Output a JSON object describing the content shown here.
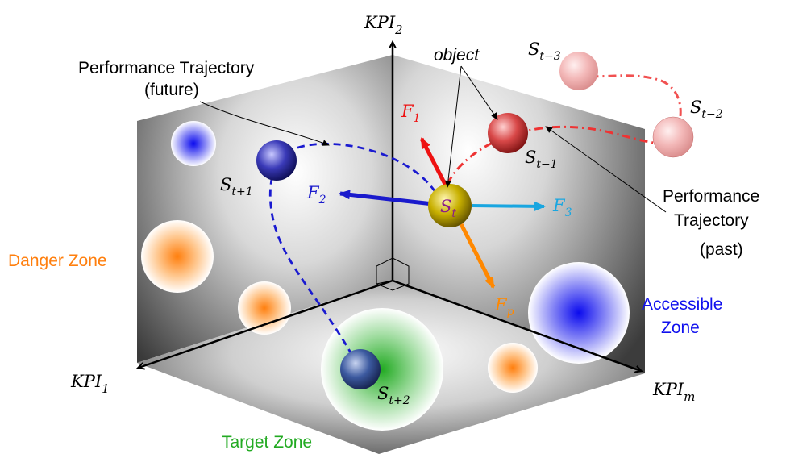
{
  "axes": {
    "kpi2": {
      "base": "KPI",
      "sub": "2"
    },
    "kpi1": {
      "base": "KPI",
      "sub": "1"
    },
    "kpim": {
      "base": "KPI",
      "sub": "m"
    }
  },
  "labels": {
    "traj_future_line1": "Performance Trajectory",
    "traj_future_line2": "(future)",
    "object": "object",
    "traj_past_line1": "Performance",
    "traj_past_line2": "Trajectory",
    "traj_past_line3": "(past)",
    "danger_zone": "Danger Zone",
    "accessible_zone_line1": "Accessible",
    "accessible_zone_line2": "Zone",
    "target_zone": "Target Zone"
  },
  "states": {
    "st": {
      "base": "S",
      "sub": "t"
    },
    "st_minus1": {
      "base": "S",
      "sub": "t−1"
    },
    "st_minus2": {
      "base": "S",
      "sub": "t−2"
    },
    "st_minus3": {
      "base": "S",
      "sub": "t−3"
    },
    "st_plus1": {
      "base": "S",
      "sub": "t+1"
    },
    "st_plus2": {
      "base": "S",
      "sub": "t+2"
    }
  },
  "forces": {
    "f1": {
      "base": "F",
      "sub": "1"
    },
    "f2": {
      "base": "F",
      "sub": "2"
    },
    "f3": {
      "base": "F",
      "sub": "3"
    },
    "fp": {
      "base": "F",
      "sub": "p"
    }
  },
  "colors": {
    "f1": "#ee1111",
    "f2": "#1a1acc",
    "f3": "#19a6e0",
    "fp": "#ff8800",
    "danger": "#ff7f0e",
    "accessible": "#1010ee",
    "target": "#22aa22",
    "past_traj": "#ee3333",
    "future_traj": "#1a1ad0"
  }
}
